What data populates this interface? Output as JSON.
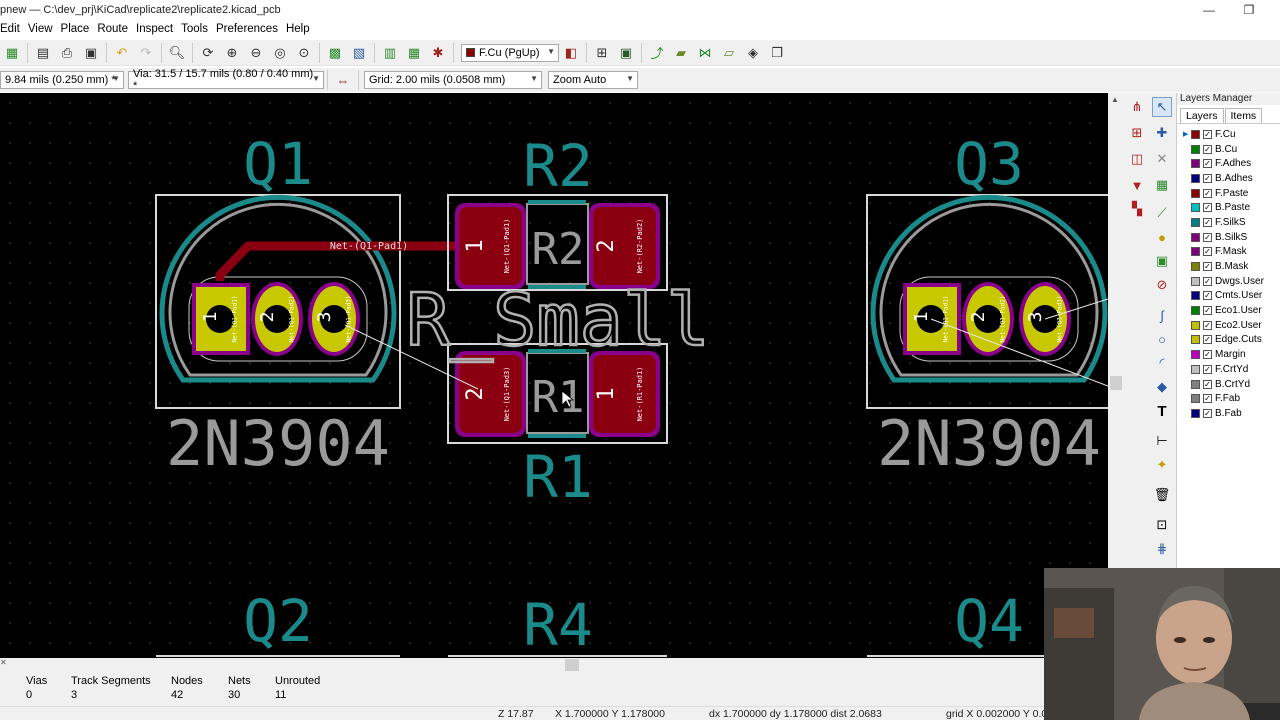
{
  "window": {
    "title": "pnew — C:\\dev_prj\\KiCad\\replicate2\\replicate2.kicad_pcb",
    "minimize": "—",
    "restore": "❐"
  },
  "menu": [
    "Edit",
    "View",
    "Place",
    "Route",
    "Inspect",
    "Tools",
    "Preferences",
    "Help"
  ],
  "toolbar": {
    "layer_select": "F.Cu (PgUp)",
    "layer_color": "#8b0000"
  },
  "toolbar2": {
    "track_width": "9.84 mils (0.250 mm) *",
    "via_size": "Via: 31.5 / 15.7 mils (0.80 / 0.40 mm) *",
    "grid": "Grid: 2.00 mils (0.0508 mm)",
    "zoom": "Zoom Auto"
  },
  "board": {
    "silk_color": "#1a8a8a",
    "pad_color_smd": "#8b0011",
    "pad_color_tht": "#c8c800",
    "fab_color": "#9a9a9a",
    "track_color": "#8b0011",
    "components": {
      "q1": {
        "ref": "Q1",
        "value": "2N3904",
        "pads": [
          "1",
          "2",
          "3"
        ],
        "pad_nets": [
          "Net-(Q1-Pad1)",
          "Net-(Q1-Pad2)",
          "Net-(Q1-Pad3)"
        ]
      },
      "q3": {
        "ref": "Q3",
        "value": "2N3904",
        "pads": [
          "1",
          "2",
          "3"
        ],
        "pad_nets": [
          "Net-(Q3-Pad1)",
          "Net-(Q3-Pad2)",
          "Net-(Q3-Pad3)"
        ]
      },
      "r2": {
        "ref": "R2",
        "fab_ref": "R2",
        "pads": [
          "1",
          "2"
        ],
        "pad_nets": [
          "Net-(Q1-Pad1)",
          "Net-(R2-Pad2)"
        ]
      },
      "r1": {
        "ref": "R1",
        "fab_ref": "R1",
        "pads": [
          "2",
          "1"
        ],
        "pad_nets": [
          "Net-(Q1-Pad3)",
          "Net-(R1-Pad1)"
        ]
      },
      "value_label": "R_Small",
      "q2": {
        "ref": "Q2"
      },
      "r4": {
        "ref": "R4"
      },
      "q4": {
        "ref": "Q4"
      }
    },
    "track_label": "Net-(Q1-Pad1)"
  },
  "layers_manager": {
    "title": "Layers Manager",
    "tabs": [
      "Layers",
      "Items"
    ],
    "layers": [
      {
        "name": "F.Cu",
        "color": "#8b0000",
        "active": true
      },
      {
        "name": "B.Cu",
        "color": "#008000"
      },
      {
        "name": "F.Adhes",
        "color": "#800080"
      },
      {
        "name": "B.Adhes",
        "color": "#000080"
      },
      {
        "name": "F.Paste",
        "color": "#8b0000"
      },
      {
        "name": "B.Paste",
        "color": "#00c0c0"
      },
      {
        "name": "F.SilkS",
        "color": "#008080"
      },
      {
        "name": "B.SilkS",
        "color": "#800080"
      },
      {
        "name": "F.Mask",
        "color": "#800080"
      },
      {
        "name": "B.Mask",
        "color": "#808000"
      },
      {
        "name": "Dwgs.User",
        "color": "#c0c0c0"
      },
      {
        "name": "Cmts.User",
        "color": "#000080"
      },
      {
        "name": "Eco1.User",
        "color": "#008000"
      },
      {
        "name": "Eco2.User",
        "color": "#c0c000"
      },
      {
        "name": "Edge.Cuts",
        "color": "#c0c000"
      },
      {
        "name": "Margin",
        "color": "#c000c0"
      },
      {
        "name": "F.CrtYd",
        "color": "#c0c0c0"
      },
      {
        "name": "B.CrtYd",
        "color": "#808080"
      },
      {
        "name": "F.Fab",
        "color": "#808080"
      },
      {
        "name": "B.Fab",
        "color": "#000080"
      }
    ]
  },
  "stats": {
    "vias_label": "Vias",
    "vias": "0",
    "tracks_label": "Track Segments",
    "tracks": "3",
    "nodes_label": "Nodes",
    "nodes": "42",
    "nets_label": "Nets",
    "nets": "30",
    "unrouted_label": "Unrouted",
    "unrouted": "11"
  },
  "statusbar": {
    "zoom": "Z 17.87",
    "xy": "X 1.700000  Y 1.178000",
    "dxy": "dx 1.700000  dy 1.178000  dist 2.0683",
    "grid": "grid X 0.002000  Y 0.0"
  }
}
